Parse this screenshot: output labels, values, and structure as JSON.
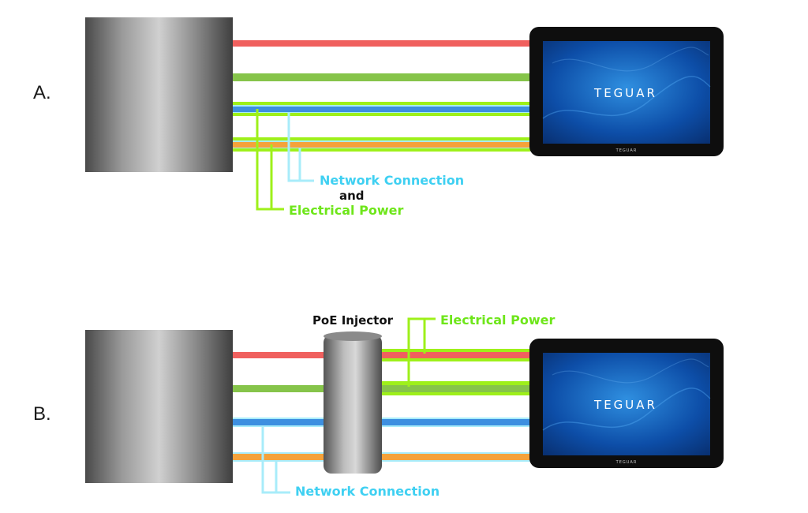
{
  "panels": [
    {
      "label": "A.",
      "callouts": {
        "network": "Network Connection",
        "conjunction": "and",
        "power": "Electrical Power"
      },
      "display_brand": "TEGUAR",
      "display_bezel_brand": "TEGUAR"
    },
    {
      "label": "B.",
      "injector_label": "PoE Injector",
      "callouts": {
        "power": "Electrical Power",
        "network": "Network Connection"
      },
      "display_brand": "TEGUAR",
      "display_bezel_brand": "TEGUAR"
    }
  ],
  "colors": {
    "cable_red": "#f0605e",
    "cable_green": "#86c44a",
    "cable_blue": "#3d8fe0",
    "cable_orange": "#f5a23a",
    "highlight_power": "#9ef01a",
    "highlight_network": "#a8ecfa",
    "screen_blue": "#0d4ea8",
    "bezel": "#0e0e0e"
  }
}
